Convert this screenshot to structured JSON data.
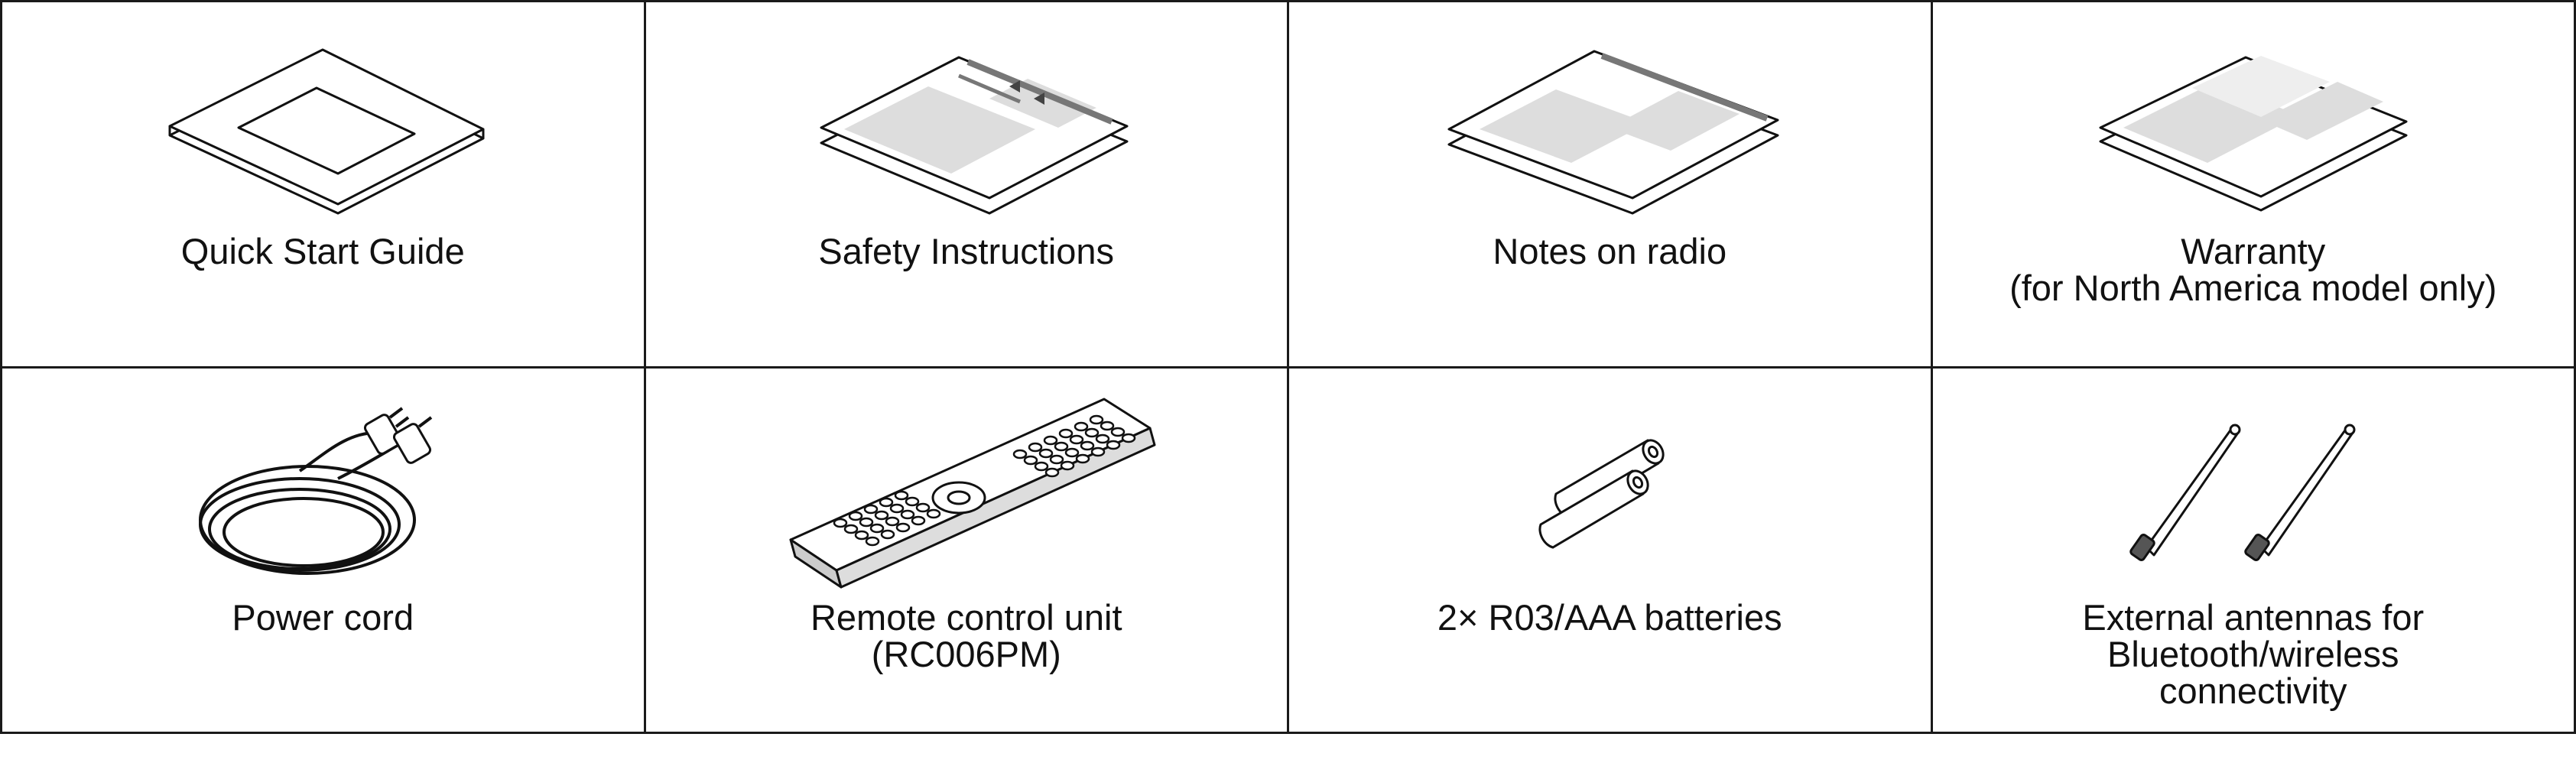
{
  "items": [
    {
      "lines": [
        "Quick Start Guide"
      ],
      "icon": "quick-start-guide-booklet"
    },
    {
      "lines": [
        "Safety Instructions"
      ],
      "icon": "safety-instructions-sheet"
    },
    {
      "lines": [
        "Notes on radio"
      ],
      "icon": "notes-on-radio-sheet"
    },
    {
      "lines": [
        "Warranty",
        "(for North America model only)"
      ],
      "icon": "warranty-sheet"
    },
    {
      "lines": [
        "Power cord"
      ],
      "icon": "power-cord"
    },
    {
      "lines": [
        "Remote control unit",
        "(RC006PM)"
      ],
      "icon": "remote-control"
    },
    {
      "lines": [
        "2× R03/AAA batteries"
      ],
      "icon": "batteries"
    },
    {
      "lines": [
        "External antennas for",
        "Bluetooth/wireless",
        "connectivity"
      ],
      "icon": "antennas"
    }
  ]
}
